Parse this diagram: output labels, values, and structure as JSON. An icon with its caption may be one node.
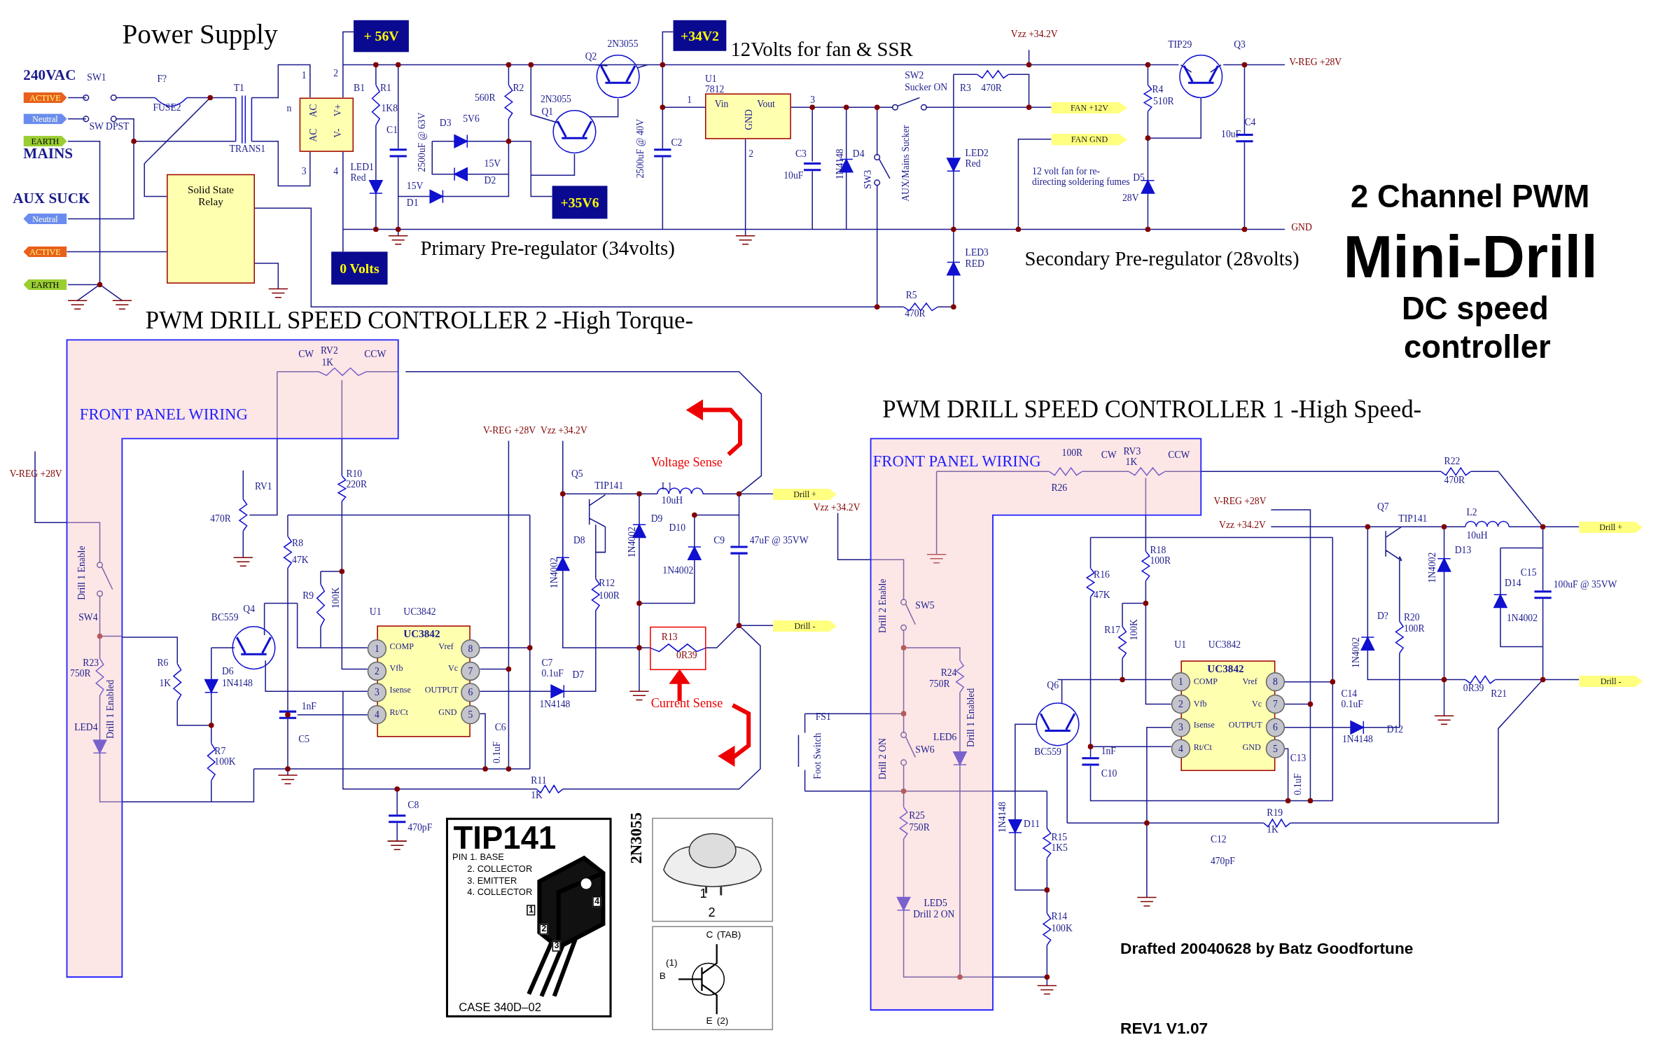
{
  "diagram": {
    "nodes": [
      {
        "text": [
          "+ 56V"
        ]
      },
      {
        "text": [
          "+34V2"
        ]
      },
      {
        "text": [
          "+35V6"
        ]
      },
      {
        "text": [
          "0 Volts"
        ]
      },
      {
        "text": [
          "ACTIVE"
        ]
      },
      {
        "text": [
          "Neutral"
        ]
      },
      {
        "text": [
          "EARTH"
        ]
      },
      {
        "text": [
          "Neutral"
        ]
      },
      {
        "text": [
          "ACTIVE"
        ]
      },
      {
        "text": [
          "EARTH"
        ]
      },
      {
        "text": [
          "Solid State Relay"
        ]
      },
      {
        "text": [
          "AC",
          "V+",
          "AC",
          "V-"
        ],
        "beside": [
          "n"
        ]
      },
      {
        "text": [
          "Vin",
          "GND",
          "Vout"
        ],
        "beside": [
          "U1",
          "7812"
        ]
      },
      {
        "text": [
          "FAN +12V"
        ]
      },
      {
        "text": [
          "FAN GND"
        ]
      },
      {
        "text": [
          "FRONT PANEL WIRING"
        ]
      },
      {
        "text": [
          "UC3842",
          "COMP",
          "Vfb",
          "Isense",
          "Rt/Ct",
          "Vref",
          "Vc",
          "OUTPUT",
          "GND"
        ]
      },
      {
        "text": [
          "1"
        ]
      },
      {
        "text": [
          "8"
        ]
      },
      {
        "text": [
          "2"
        ]
      },
      {
        "text": [
          "7"
        ]
      },
      {
        "text": [
          "3"
        ]
      },
      {
        "text": [
          "6"
        ]
      },
      {
        "text": [
          "4"
        ]
      },
      {
        "text": [
          "5"
        ]
      },
      {
        "text": [
          "Drill +"
        ]
      },
      {
        "text": [
          "Drill -"
        ]
      },
      {
        "text": [
          "R13",
          "0R39"
        ]
      },
      {
        "text": [
          "FRONT PANEL WIRING"
        ]
      },
      {
        "text": [
          "UC3842",
          "COMP",
          "Vfb",
          "Isense",
          "Rt/Ct",
          "Vref",
          "Vc",
          "OUTPUT",
          "GND"
        ]
      },
      {
        "text": [
          "1"
        ]
      },
      {
        "text": [
          "8"
        ]
      },
      {
        "text": [
          "2"
        ]
      },
      {
        "text": [
          "7"
        ]
      },
      {
        "text": [
          "3"
        ]
      },
      {
        "text": [
          "6"
        ]
      },
      {
        "text": [
          "4"
        ]
      },
      {
        "text": [
          "5"
        ]
      },
      {
        "text": [
          "Drill +"
        ]
      },
      {
        "text": [
          "Drill -"
        ]
      },
      {
        "text": [
          "TIP141",
          "PIN 1. BASE",
          "2. COLLECTOR",
          "3. EMITTER",
          "4. COLLECTOR",
          "1",
          "2",
          "3",
          "4",
          "CASE 340D–02"
        ]
      },
      {
        "text": [
          "1",
          "2"
        ],
        "beside": [
          "2N3055"
        ]
      },
      {
        "text": [
          "C",
          "(TAB)",
          "B",
          "(1)",
          "E",
          "(2)"
        ]
      }
    ],
    "edges": [
      {
        "from": 8,
        "to": 10,
        "arrow": "none"
      }
    ],
    "labels": [
      "Power Supply",
      "240VAC",
      "SW1",
      "F?",
      "FUSE2",
      "T1",
      "SW DPST",
      "TRANS1",
      "MAINS",
      "AUX SUCK",
      "1",
      "3",
      "2",
      "4",
      "B1",
      "R1",
      "1K8",
      "C1",
      "LED1",
      "Red",
      "2500uF @ 63V",
      "D3",
      "5V6",
      "560R",
      "R2",
      "15V",
      "D2",
      "15V",
      "D1",
      "2N3055",
      "Q1",
      "Q2",
      "2N3055",
      "2500uF @ 40V",
      "C2",
      "Primary Pre-regulator (34volts)",
      "12Volts for fan & SSR",
      "1",
      "3",
      "2",
      "C3",
      "10uF",
      "1N4148",
      "D4",
      "Vzz +34.2V",
      "SW2",
      "Sucker ON",
      "R3",
      "470R",
      "SW3",
      "AUX/Mains Sucker",
      "LED2",
      "Red",
      "12 volt fan for re-directing soldering fumes",
      "LED3",
      "RED",
      "R5",
      "470R",
      "Secondary Pre-regulator (28volts)",
      "TIP29",
      "Q3",
      "V-REG +28V",
      "R4",
      "510R",
      "C4",
      "10uF",
      "D5",
      "28V",
      "GND",
      "2 Channel PWM",
      "Mini-Drill",
      "DC speed",
      "controller",
      "PWM DRILL SPEED CONTROLLER 2 -High Torque-",
      "CW",
      "RV2",
      "1K",
      "CCW",
      "V-REG +28V",
      "Vzz +34.2V",
      "V-REG +28V",
      "RV1",
      "470R",
      "R10",
      "220R",
      "Voltage Sense",
      "Q5",
      "TIP141",
      "L1",
      "10uH",
      "D9",
      "D10",
      "C9",
      "47uF @ 35VW",
      "D8",
      "R8",
      "47K",
      "Drill 1 Enable",
      "1N4002",
      "1N4002",
      "1N4002",
      "R12",
      "100R",
      "R9",
      "100K",
      "Q4",
      "U1",
      "UC3842",
      "BC559",
      "SW4",
      "R6",
      "R23",
      "750R",
      "C7",
      "0.1uF",
      "D6",
      "1N4148",
      "D7",
      "1K",
      "Drill 1 Enabled",
      "1N4148",
      "Current Sense",
      "1nF",
      "LED4",
      "C6",
      "C5",
      "0.1uF",
      "R7",
      "100K",
      "R11",
      "1K",
      "C8",
      "470pF",
      "PWM DRILL SPEED CONTROLLER 1 -High Speed-",
      "100R",
      "CW",
      "RV3",
      "1K",
      "CCW",
      "R22",
      "470R",
      "R26",
      "V-REG +28V",
      "Vzz +34.2V",
      "Q7",
      "TIP141",
      "L2",
      "Vzz +34.2V",
      "10uH",
      "R18",
      "D13",
      "100R",
      "1N4002",
      "C15",
      "R16",
      "Drill 2 Enable",
      "D14",
      "100uF @ 35VW",
      "47K",
      "SW5",
      "1N4002",
      "D?",
      "R20",
      "R17",
      "100K",
      "100R",
      "1N4002",
      "U1",
      "UC3842",
      "R24",
      "750R",
      "Q6",
      "0R39",
      "R21",
      "Drill 1 Enabled",
      "C14",
      "0.1uF",
      "FS1",
      "D12",
      "LED6",
      "1N4148",
      "Foot Switch",
      "Drill 2 ON",
      "1nF",
      "BC559",
      "SW6",
      "C13",
      "C10",
      "0.1uF",
      "1N4148",
      "R19",
      "R25",
      "D11",
      "1K",
      "750R",
      "R15",
      "C12",
      "1K5",
      "470pF",
      "LED5",
      "Drill 2 ON",
      "R14",
      "100K",
      "Drafted 20040628 by Batz Goodfortune",
      "REV1 V1.07"
    ]
  }
}
